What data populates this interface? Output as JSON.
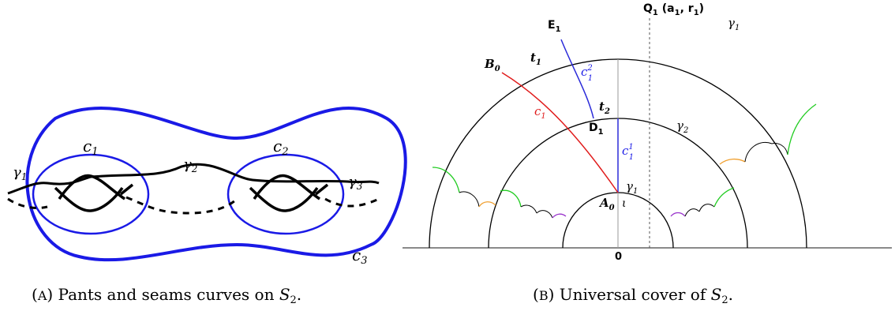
{
  "panel_a": {
    "labels": {
      "c1": "c1",
      "c2": "c2",
      "c3": "c3",
      "gamma1": "γ1",
      "gamma2": "γ2",
      "gamma3": "γ3"
    },
    "caption": "(A) Pants and seams curves on S2."
  },
  "panel_b": {
    "labels": {
      "Q1": "Q1 (a1, r1)",
      "gamma1_top": "γ1",
      "E1": "E1",
      "B0": "B0",
      "t1": "t1",
      "c1_2": "c12",
      "t2": "t2",
      "c1": "c1",
      "D1": "D1",
      "gamma2": "γ2",
      "c1_1": "c11",
      "gamma1_inner": "γ1",
      "A0": "A0",
      "iota": "ι",
      "zero": "0"
    },
    "caption": "(B) Universal cover of S2."
  },
  "colors": {
    "blue": "#1a1ae6",
    "blue_line": "#2b2bd9",
    "red": "#e01b1b",
    "green": "#22cc22",
    "orange": "#f0a030",
    "purple": "#9933cc",
    "black": "#000000",
    "gray": "#999999"
  }
}
